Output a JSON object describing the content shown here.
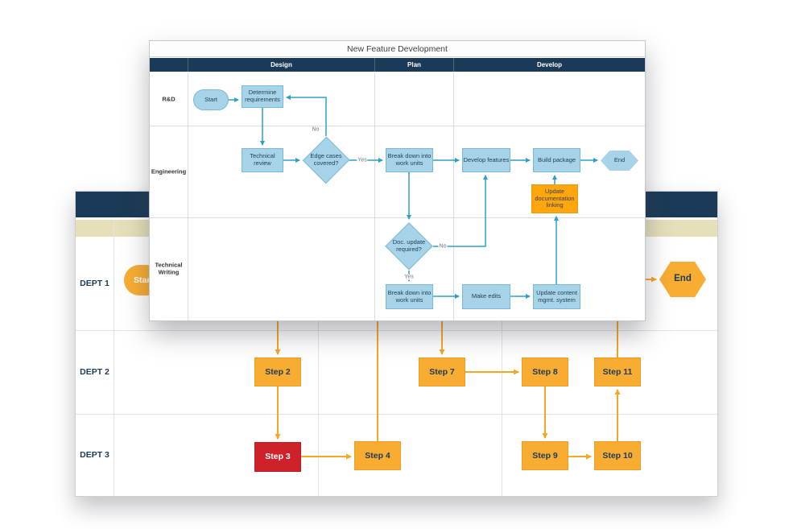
{
  "foreground_chart": {
    "title": "New Feature Development",
    "columns": [
      "Design",
      "Plan",
      "Develop"
    ],
    "lanes": [
      "R&D",
      "Engineering",
      "Technical Writing"
    ],
    "nodes": {
      "start": "Start",
      "determine_requirements": "Determine requirements",
      "technical_review": "Technical review",
      "edge_cases": "Edge cases covered?",
      "breakdown_eng": "Break down into work units",
      "develop_features": "Develop features",
      "build_package": "Build package",
      "end": "End",
      "update_doc_linking": "Update documentation linking",
      "doc_update": "Doc. update required?",
      "breakdown_tw": "Break down into work units",
      "make_edits": "Make edits",
      "update_cms": "Update content mgmt. system"
    },
    "edge_labels": {
      "yes": "Yes",
      "no": "No"
    }
  },
  "background_chart": {
    "lanes": [
      "DEPT 1",
      "DEPT 2",
      "DEPT 3"
    ],
    "nodes": {
      "start": "Start",
      "end": "End",
      "step2": "Step 2",
      "step3": "Step 3",
      "step4": "Step 4",
      "step7": "Step 7",
      "step8": "Step 8",
      "step9": "Step 9",
      "step10": "Step 10",
      "step11": "Step 11"
    }
  },
  "colors": {
    "navy_header": "#1b3a57",
    "tan_band": "#e5dfba",
    "blue_node_fill": "#a6d3e8",
    "blue_node_border": "#79b9d8",
    "teal_connector": "#2e9fc9",
    "amber_node": "#ffa60f",
    "orange_node": "#f8ad32",
    "orange_connector": "#f5a623",
    "red_node": "#ce2129"
  }
}
